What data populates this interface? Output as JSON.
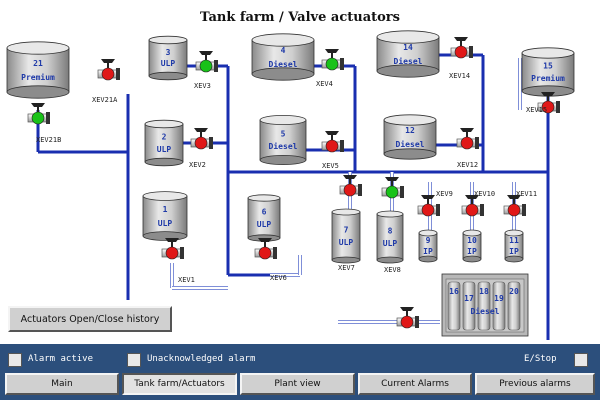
{
  "title": "Tank farm / Valve actuators",
  "colors": {
    "pipe": "#1a2fb0",
    "open": "#19c219",
    "closed": "#e01818",
    "bar": "#2c4f7c"
  },
  "tanks": [
    {
      "id": "21",
      "number": "21",
      "product": "Premium"
    },
    {
      "id": "3",
      "number": "3",
      "product": "ULP"
    },
    {
      "id": "4",
      "number": "4",
      "product": "Diesel"
    },
    {
      "id": "14",
      "number": "14",
      "product": "Diesel"
    },
    {
      "id": "15",
      "number": "15",
      "product": "Premium"
    },
    {
      "id": "2",
      "number": "2",
      "product": "ULP"
    },
    {
      "id": "5",
      "number": "5",
      "product": "Diesel"
    },
    {
      "id": "12",
      "number": "12",
      "product": "Diesel"
    },
    {
      "id": "1",
      "number": "1",
      "product": "ULP"
    },
    {
      "id": "6",
      "number": "6",
      "product": "ULP"
    },
    {
      "id": "7",
      "number": "7",
      "product": "ULP"
    },
    {
      "id": "8",
      "number": "8",
      "product": "ULP"
    },
    {
      "id": "9",
      "number": "9",
      "product": "IP"
    },
    {
      "id": "10",
      "number": "10",
      "product": "IP"
    },
    {
      "id": "11",
      "number": "11",
      "product": "IP"
    }
  ],
  "tank_group": {
    "numbers": [
      "16",
      "17",
      "18",
      "19",
      "20"
    ],
    "product": "Diesel"
  },
  "valves": [
    {
      "tag": "XEV21A",
      "state": "closed"
    },
    {
      "tag": "XEV21B",
      "state": "open"
    },
    {
      "tag": "XEV3",
      "state": "open"
    },
    {
      "tag": "XEV4",
      "state": "open"
    },
    {
      "tag": "XEV14",
      "state": "closed"
    },
    {
      "tag": "XEV15",
      "state": "closed"
    },
    {
      "tag": "XEV2",
      "state": "closed"
    },
    {
      "tag": "XEV5",
      "state": "closed"
    },
    {
      "tag": "XEV12",
      "state": "closed"
    },
    {
      "tag": "XEV9",
      "state": "closed"
    },
    {
      "tag": "XEV10",
      "state": "closed"
    },
    {
      "tag": "XEV11",
      "state": "closed"
    },
    {
      "tag": "XEV7",
      "state": "closed"
    },
    {
      "tag": "XEV8",
      "state": "open"
    },
    {
      "tag": "XEV1",
      "state": "closed"
    },
    {
      "tag": "XEV6",
      "state": "closed"
    },
    {
      "tag": "",
      "state": "closed"
    }
  ],
  "history_button": "Actuators Open/Close history",
  "status": {
    "alarm_active": "Alarm active",
    "unacknowledged": "Unacknowledged alarm",
    "estop": "E/Stop"
  },
  "nav": [
    {
      "label": "Main",
      "active": false
    },
    {
      "label": "Tank farm/Actuators",
      "active": true
    },
    {
      "label": "Plant view",
      "active": false
    },
    {
      "label": "Current Alarms",
      "active": false
    },
    {
      "label": "Previous alarms",
      "active": false
    }
  ]
}
